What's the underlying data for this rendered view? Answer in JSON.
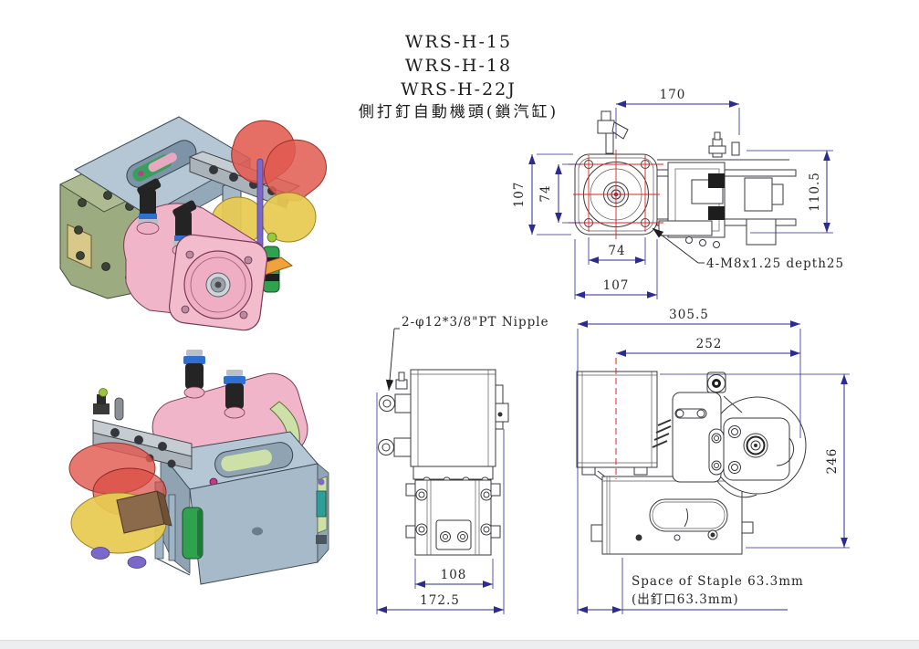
{
  "title": {
    "model_1": "WRS-H-15",
    "model_2": "WRS-H-18",
    "model_3": "WRS-H-22J",
    "subtitle": "側打釘自動機頭(鎖汽缸)"
  },
  "front_view": {
    "dim_top_width": "170",
    "dim_left_height": "107",
    "dim_left_inner_height": "74",
    "dim_hole_spacing": "74",
    "dim_flange_width": "107",
    "dim_right_height": "110.5",
    "thread_note": "4-M8x1.25 depth25"
  },
  "side_view": {
    "nipple_note": "2-φ12*3/8\"PT Nipple",
    "dim_inner_width": "108",
    "dim_overall_width": "172.5"
  },
  "profile_view": {
    "dim_overall_length": "305.5",
    "dim_center_to_end": "252",
    "dim_overall_height": "246",
    "staple_note_en": "Space of Staple 63.3mm",
    "staple_note_zh": "(出釘口63.3mm)"
  },
  "colors": {
    "dimension_line": "#2b2b91",
    "centerline_red": "#e02020",
    "drawing_line": "#3a3a3e",
    "motor_pink": "#f1b5c9",
    "body_blue_gray": "#b5c6d4",
    "side_olive": "#9dab80",
    "disc_red": "#e15a50",
    "disc_yellow": "#e7ca52",
    "part_green": "#2fa14f",
    "fitting_blue": "#2e6fd0",
    "bracket_gray": "#aab3ba",
    "plate_orange": "#f0a23c"
  }
}
